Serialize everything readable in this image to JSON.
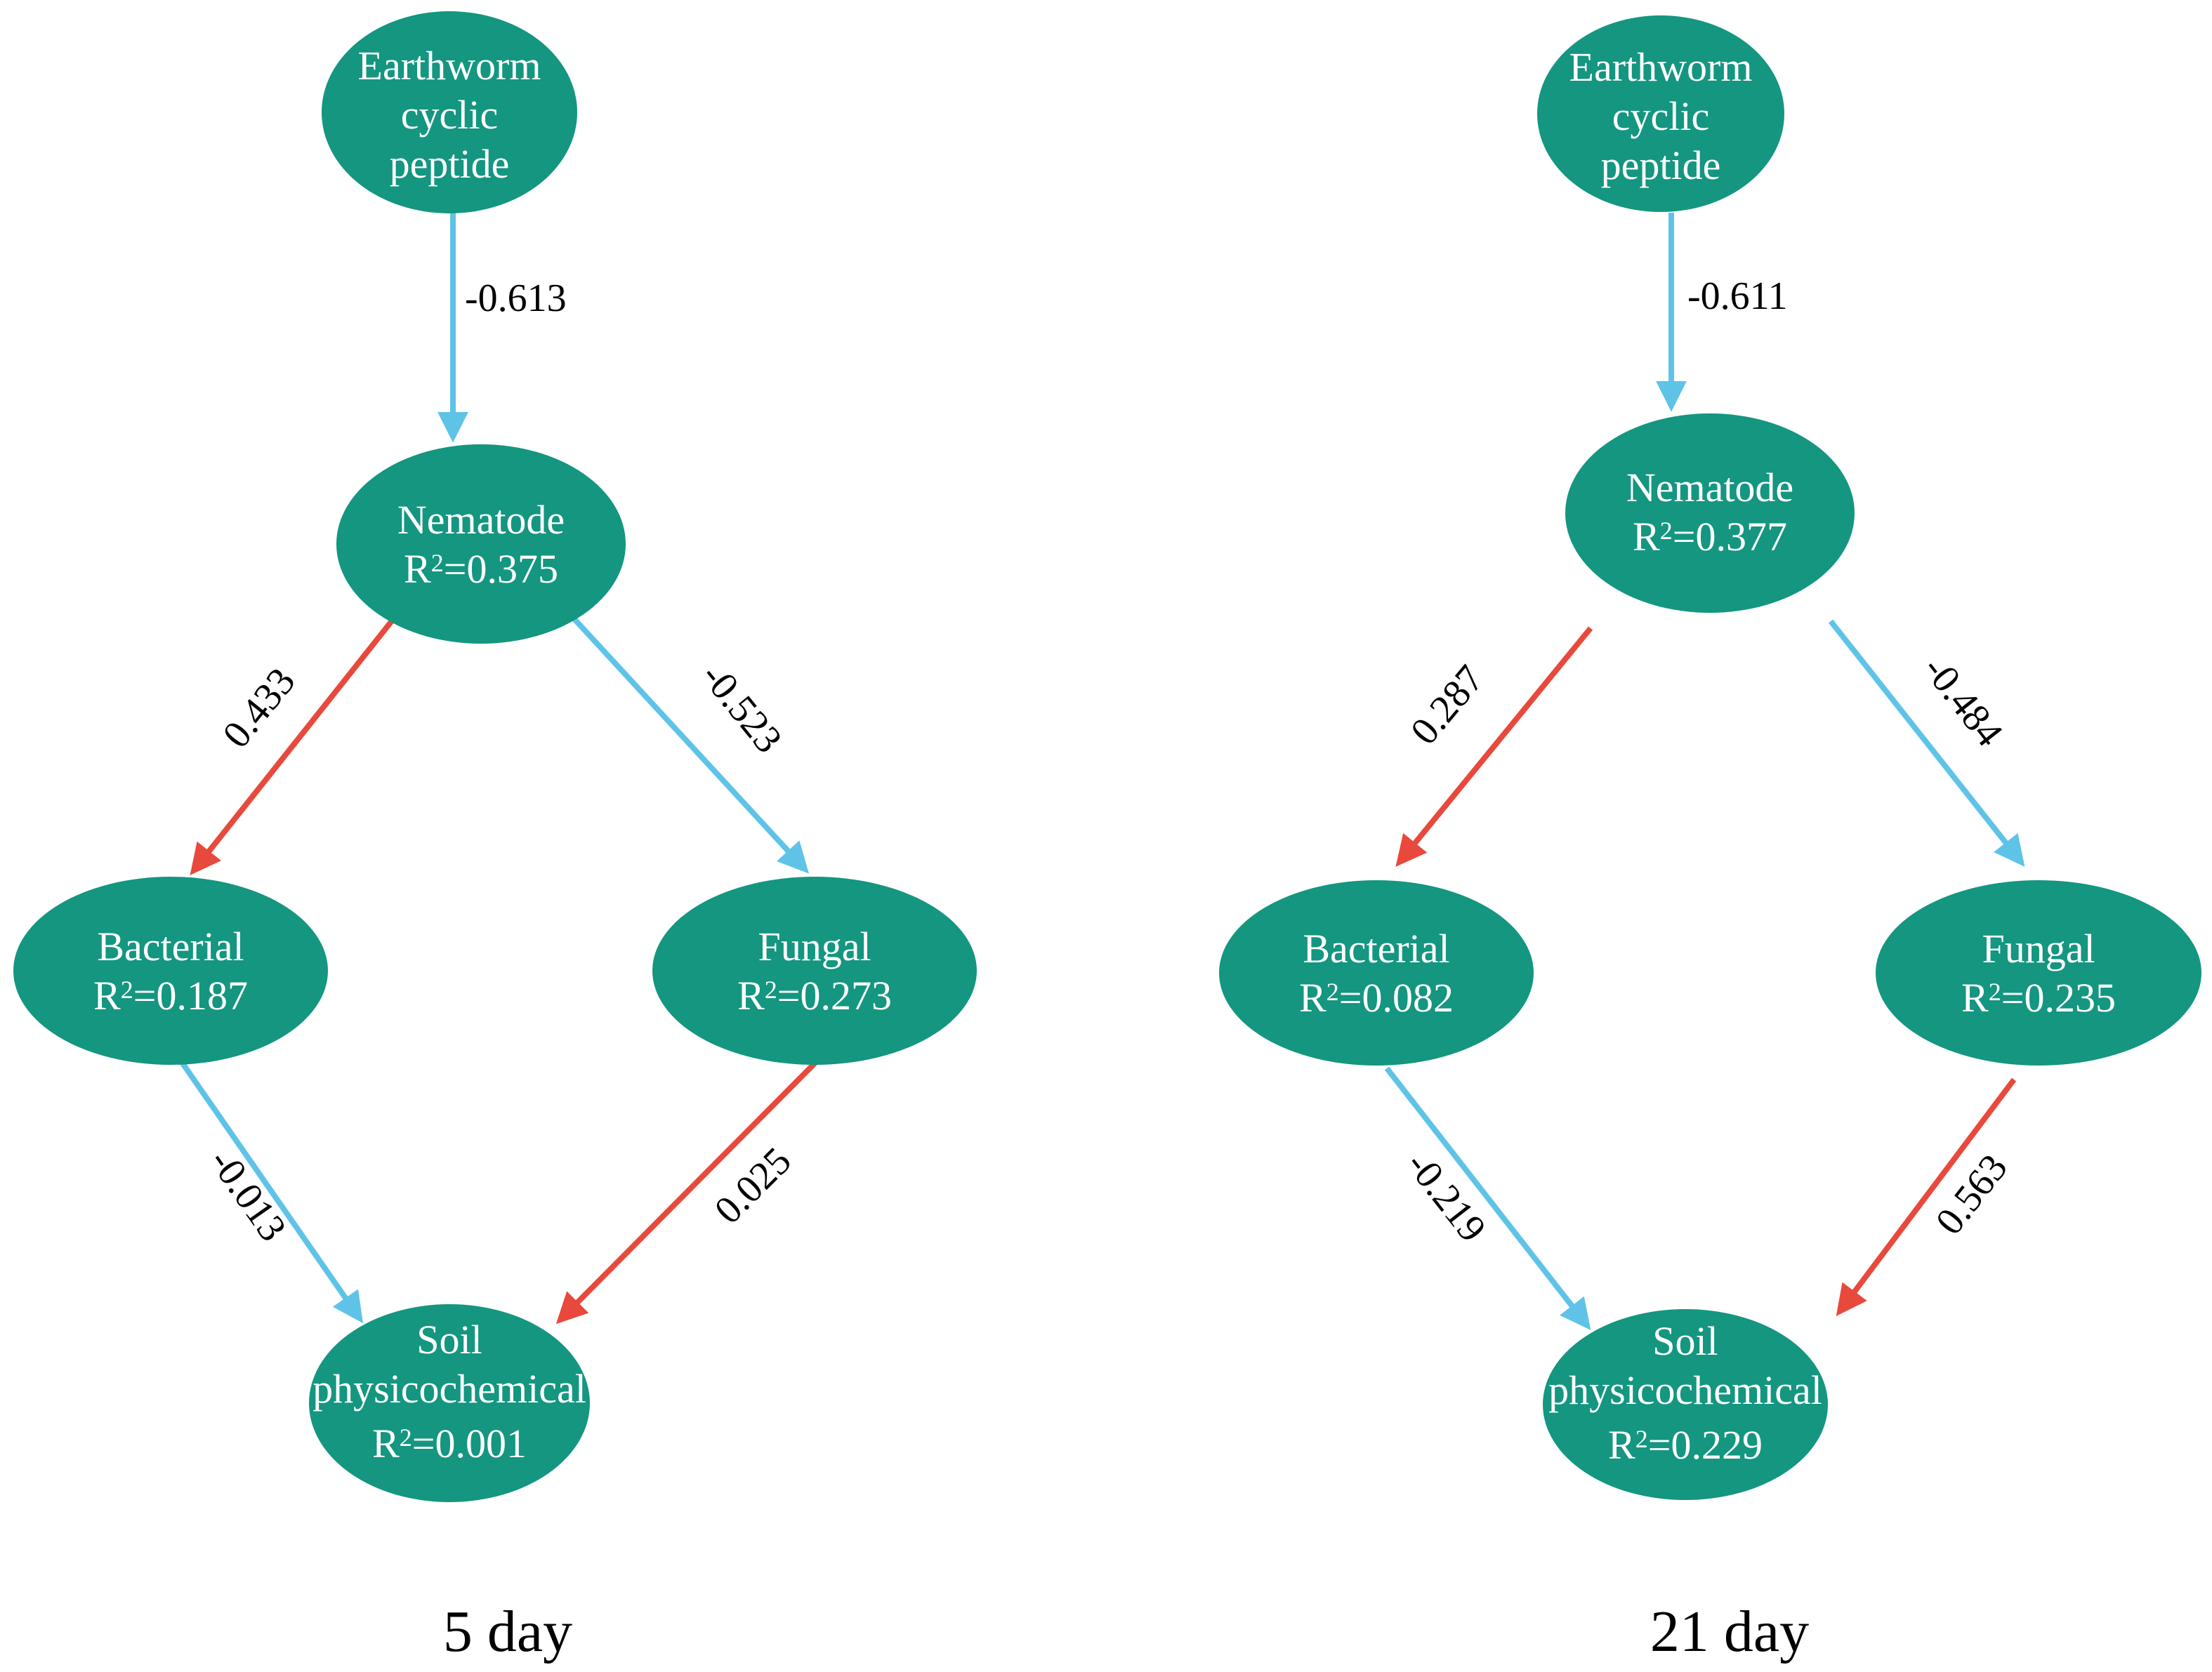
{
  "figure": {
    "colors": {
      "node_fill": "#149680",
      "node_text": "#ffffff",
      "positive_path_red": "#e8493c",
      "negative_path_blue": "#5fc3e8",
      "label_text": "#000000",
      "background": "#ffffff"
    },
    "r2_notation": {
      "letter": "R",
      "superscript": "2",
      "equals": "="
    },
    "panels": [
      {
        "caption": "5 day",
        "nodes": {
          "earthworm": {
            "lines": [
              "Earthworm",
              "cyclic",
              "peptide"
            ]
          },
          "nematode": {
            "label": "Nematode",
            "r2": "0.375"
          },
          "bacterial": {
            "label": "Bacterial",
            "r2": "0.187"
          },
          "fungal": {
            "label": "Fungal",
            "r2": "0.273"
          },
          "soil": {
            "lines": [
              "Soil",
              "physicochemical"
            ],
            "r2": "0.001"
          }
        },
        "edges": {
          "peptide_to_nematode": "-0.613",
          "nematode_to_bacterial": "0.433",
          "nematode_to_fungal": "-0.523",
          "bacterial_to_soil": "-0.013",
          "fungal_to_soil": "0.025"
        }
      },
      {
        "caption": "21 day",
        "nodes": {
          "earthworm": {
            "lines": [
              "Earthworm",
              "cyclic",
              "peptide"
            ]
          },
          "nematode": {
            "label": "Nematode",
            "r2": "0.377"
          },
          "bacterial": {
            "label": "Bacterial",
            "r2": "0.082"
          },
          "fungal": {
            "label": "Fungal",
            "r2": "0.235"
          },
          "soil": {
            "lines": [
              "Soil",
              "physicochemical"
            ],
            "r2": "0.229"
          }
        },
        "edges": {
          "peptide_to_nematode": "-0.611",
          "nematode_to_bacterial": "0.287",
          "nematode_to_fungal": "-0.484",
          "bacterial_to_soil": "-0.219",
          "fungal_to_soil": "0.563"
        }
      }
    ]
  }
}
